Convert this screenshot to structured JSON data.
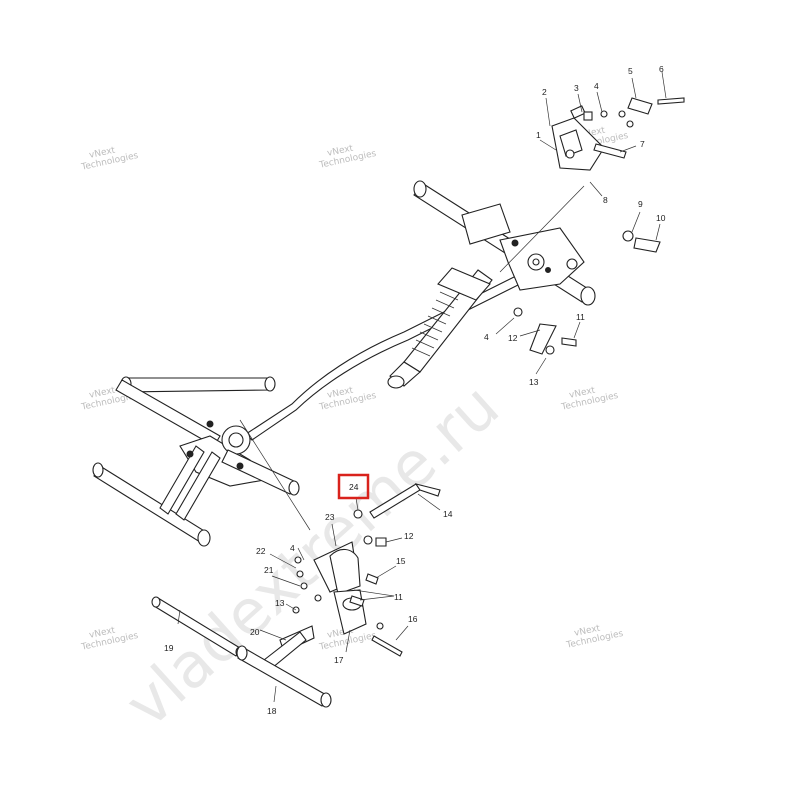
{
  "watermark": {
    "main_text": "vladextreme.ru",
    "stamp_line1": "vNext",
    "stamp_line2": "Technologies"
  },
  "callouts": {
    "c1": "1",
    "c2": "2",
    "c3": "3",
    "c4a": "4",
    "c5": "5",
    "c6": "6",
    "c7": "7",
    "c8": "8",
    "c9": "9",
    "c10": "10",
    "c4b": "4",
    "c12a": "12",
    "c11a": "11",
    "c13a": "13",
    "c14": "14",
    "c24": "24",
    "c23": "23",
    "c12b": "12",
    "c4c": "4",
    "c22": "22",
    "c15": "15",
    "c21": "21",
    "c11b": "11",
    "c13b": "13",
    "c20": "20",
    "c19": "19",
    "c17": "17",
    "c16": "16",
    "c18": "18"
  },
  "highlight": {
    "callout": "24",
    "color": "#d9221c"
  }
}
